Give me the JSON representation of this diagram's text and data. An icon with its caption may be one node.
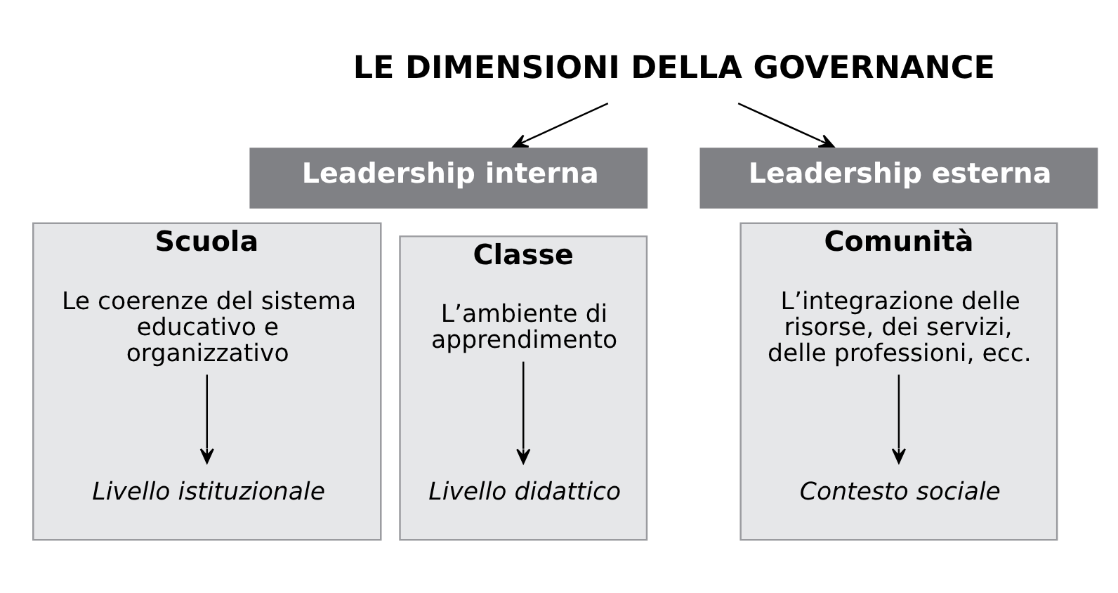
{
  "diagram": {
    "nodes": [
      {
        "text": [
          "LE DIMENSIONI DELLA GOVERNANCE"
        ]
      },
      {
        "text": [
          "Leadership interna"
        ]
      },
      {
        "text": [
          "Leadership esterna"
        ]
      },
      {
        "text": [
          "Scuola"
        ]
      },
      {
        "text": [
          "Classe"
        ]
      },
      {
        "text": [
          "Comunità"
        ]
      },
      {
        "text": [
          "Le coerenze del sistema educativo e organizzativo"
        ],
        "in": 3
      },
      {
        "text": [
          "L’ambiente di apprendimento"
        ],
        "in": 4
      },
      {
        "text": [
          "L’integrazione delle risorse, dei servizi, delle professioni, ecc."
        ],
        "in": 5
      },
      {
        "text": [
          "Livello istituzionale"
        ],
        "in": 3
      },
      {
        "text": [
          "Livello didattico"
        ],
        "in": 4
      },
      {
        "text": [
          "Contesto sociale"
        ],
        "in": 5
      }
    ],
    "edges": [
      {
        "from": 0,
        "to": 1,
        "arrow": "to"
      },
      {
        "from": 0,
        "to": 2,
        "arrow": "to"
      },
      {
        "from": 6,
        "to": 9,
        "arrow": "to"
      },
      {
        "from": 7,
        "to": 10,
        "arrow": "to"
      },
      {
        "from": 8,
        "to": 11,
        "arrow": "to"
      }
    ]
  }
}
